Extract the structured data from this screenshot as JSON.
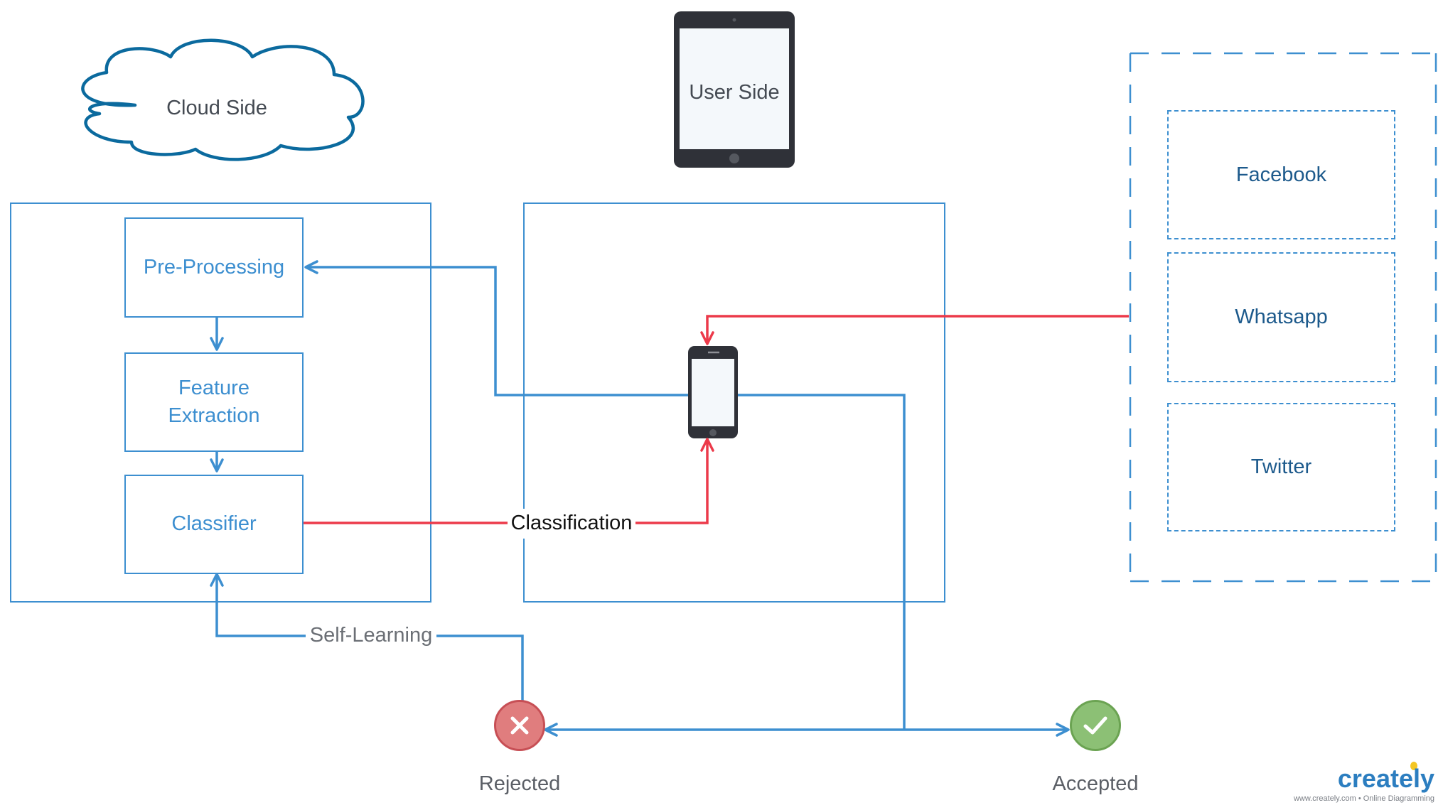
{
  "diagram": {
    "cloud_label": "Cloud Side",
    "user_label": "User Side",
    "nodes": {
      "pre_processing": "Pre-Processing",
      "feature_extraction": "Feature\nExtraction",
      "classifier": "Classifier",
      "facebook": "Facebook",
      "whatsapp": "Whatsapp",
      "twitter": "Twitter",
      "rejected": "Rejected",
      "accepted": "Accepted"
    },
    "edges": {
      "classification": "Classification",
      "self_learning": "Self-Learning"
    }
  },
  "watermark": {
    "brand": "creately",
    "tagline": "www.creately.com • Online Diagramming"
  },
  "colors": {
    "blue": "#3d8fd0",
    "red": "#ec3a4a",
    "rejected": "#e07d7e",
    "accepted": "#8cc075",
    "device": "#2f3138"
  }
}
